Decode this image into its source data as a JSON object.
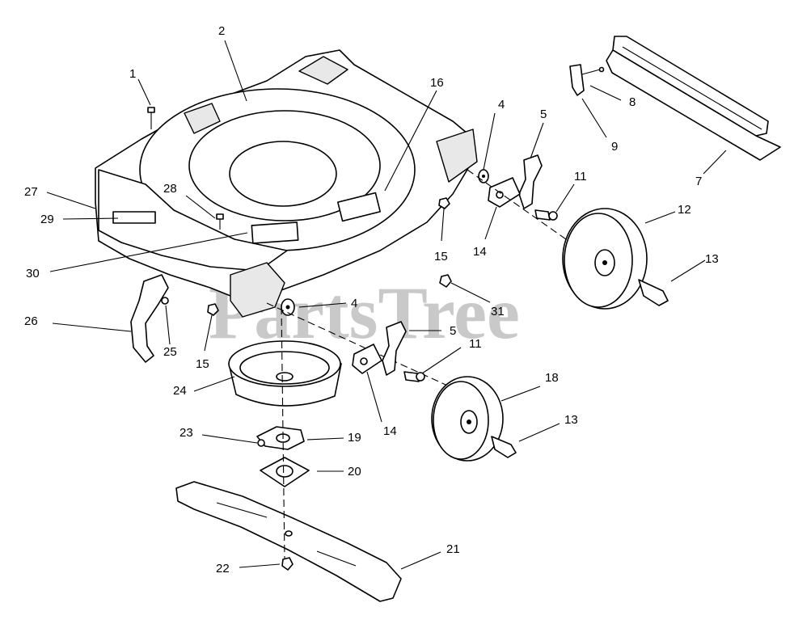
{
  "watermark": "PartsTree",
  "callouts": [
    {
      "id": "c1",
      "text": "1"
    },
    {
      "id": "c2",
      "text": "2"
    },
    {
      "id": "c16",
      "text": "16"
    },
    {
      "id": "c4a",
      "text": "4"
    },
    {
      "id": "c5a",
      "text": "5"
    },
    {
      "id": "c8",
      "text": "8"
    },
    {
      "id": "c9",
      "text": "9"
    },
    {
      "id": "c7",
      "text": "7"
    },
    {
      "id": "c11a",
      "text": "11"
    },
    {
      "id": "c12",
      "text": "12"
    },
    {
      "id": "c27",
      "text": "27"
    },
    {
      "id": "c28",
      "text": "28"
    },
    {
      "id": "c29",
      "text": "29"
    },
    {
      "id": "c15a",
      "text": "15"
    },
    {
      "id": "c14a",
      "text": "14"
    },
    {
      "id": "c13a",
      "text": "13"
    },
    {
      "id": "c30",
      "text": "30"
    },
    {
      "id": "c31",
      "text": "31"
    },
    {
      "id": "c4b",
      "text": "4"
    },
    {
      "id": "c26",
      "text": "26"
    },
    {
      "id": "c25",
      "text": "25"
    },
    {
      "id": "c15b",
      "text": "15"
    },
    {
      "id": "c5b",
      "text": "5"
    },
    {
      "id": "c11b",
      "text": "11"
    },
    {
      "id": "c18",
      "text": "18"
    },
    {
      "id": "c24",
      "text": "24"
    },
    {
      "id": "c14b",
      "text": "14"
    },
    {
      "id": "c13b",
      "text": "13"
    },
    {
      "id": "c23",
      "text": "23"
    },
    {
      "id": "c19",
      "text": "19"
    },
    {
      "id": "c20",
      "text": "20"
    },
    {
      "id": "c21",
      "text": "21"
    },
    {
      "id": "c22",
      "text": "22"
    }
  ]
}
